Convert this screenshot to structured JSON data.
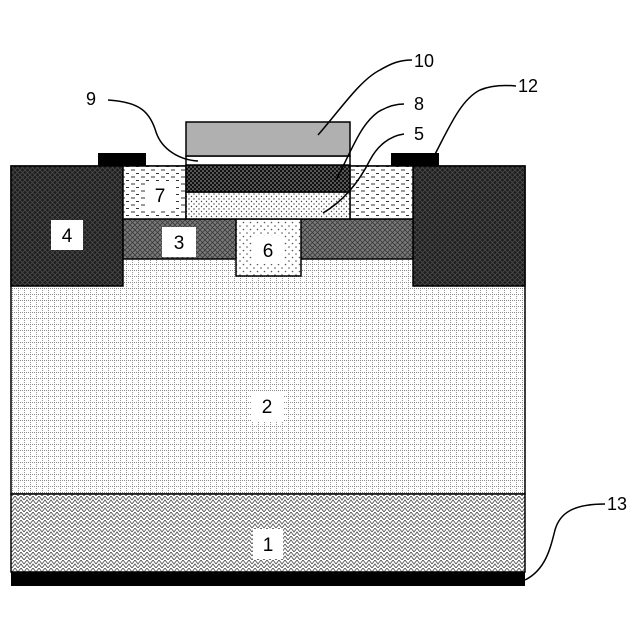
{
  "region_labels": {
    "r1": "1",
    "r2": "2",
    "r3": "3",
    "r4": "4",
    "r6": "6",
    "r7": "7"
  },
  "callout_labels": {
    "c5": "5",
    "c8": "8",
    "c9": "9",
    "c10": "10",
    "c12": "12",
    "c13": "13"
  },
  "colors": {
    "background": "#ffffff",
    "outline": "#000000",
    "metal_contact": "#000000",
    "gate_top": "#b0b0b0",
    "dark_region": "#1e1e1e"
  }
}
